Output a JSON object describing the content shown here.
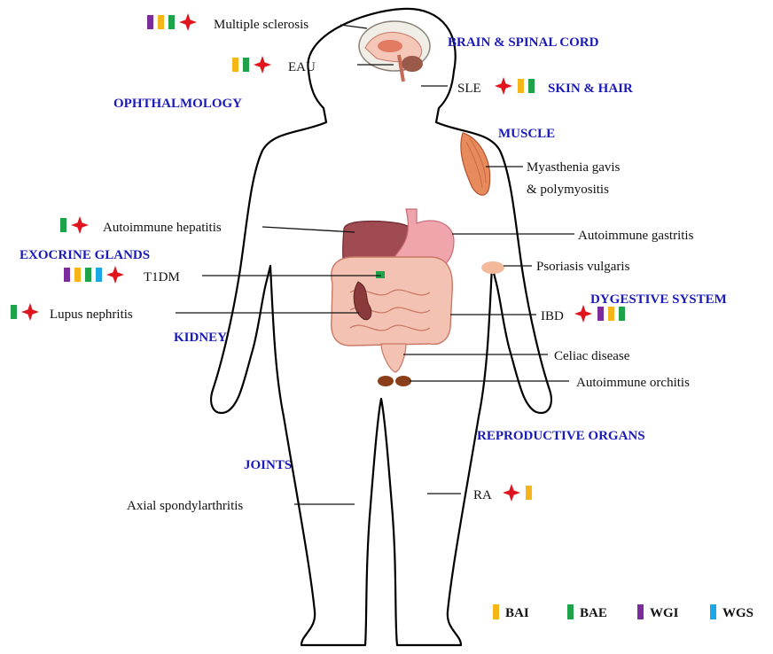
{
  "colors": {
    "BAI": "#f6b619",
    "BAE": "#1ea34a",
    "WGI": "#7b2d9e",
    "WGS": "#1aa7e8",
    "star": "#e0141c",
    "system_label": "#1a1ab8"
  },
  "systems": {
    "brain": "BRAIN & SPINAL CORD",
    "ophthalmology": "OPHTHALMOLOGY",
    "skin": "SKIN & HAIR",
    "muscle": "MUSCLE",
    "exocrine": "EXOCRINE GLANDS",
    "kidney": "KIDNEY",
    "digestive": "DYGESTIVE SYSTEM",
    "reproductive": "REPRODUCTIVE ORGANS",
    "joints": "JOINTS"
  },
  "diseases": [
    {
      "id": "ms",
      "label": "Multiple sclerosis",
      "methods": [
        "WGI",
        "BAI",
        "BAE"
      ],
      "star": true
    },
    {
      "id": "eau",
      "label": "EAU",
      "methods": [
        "BAI",
        "BAE"
      ],
      "star": true
    },
    {
      "id": "sle",
      "label": "SLE",
      "methods": [
        "BAI",
        "BAE"
      ],
      "star": true
    },
    {
      "id": "mg",
      "label": "Myasthenia gavis",
      "methods": [],
      "star": false
    },
    {
      "id": "pm",
      "label": "& polymyositis",
      "methods": [],
      "star": false
    },
    {
      "id": "ah",
      "label": "Autoimmune hepatitis",
      "methods": [
        "BAE"
      ],
      "star": true
    },
    {
      "id": "ag",
      "label": "Autoimmune gastritis",
      "methods": [],
      "star": false
    },
    {
      "id": "ps",
      "label": "Psoriasis vulgaris",
      "methods": [],
      "star": false
    },
    {
      "id": "t1dm",
      "label": "T1DM",
      "methods": [
        "WGI",
        "BAI",
        "BAE",
        "WGS"
      ],
      "star": true
    },
    {
      "id": "ln",
      "label": "Lupus nephritis",
      "methods": [
        "BAE"
      ],
      "star": true
    },
    {
      "id": "ibd",
      "label": "IBD",
      "methods": [
        "WGI",
        "BAI",
        "BAE"
      ],
      "star": true
    },
    {
      "id": "cd",
      "label": "Celiac disease",
      "methods": [],
      "star": false
    },
    {
      "id": "ao",
      "label": "Autoimmune orchitis",
      "methods": [],
      "star": false
    },
    {
      "id": "as",
      "label": "Axial spondylarthritis",
      "methods": [],
      "star": false
    },
    {
      "id": "ra",
      "label": "RA",
      "methods": [
        "BAI"
      ],
      "star": true
    }
  ],
  "legend": [
    {
      "key": "BAI",
      "label": "BAI"
    },
    {
      "key": "BAE",
      "label": "BAE"
    },
    {
      "key": "WGI",
      "label": "WGI"
    },
    {
      "key": "WGS",
      "label": "WGS"
    }
  ]
}
